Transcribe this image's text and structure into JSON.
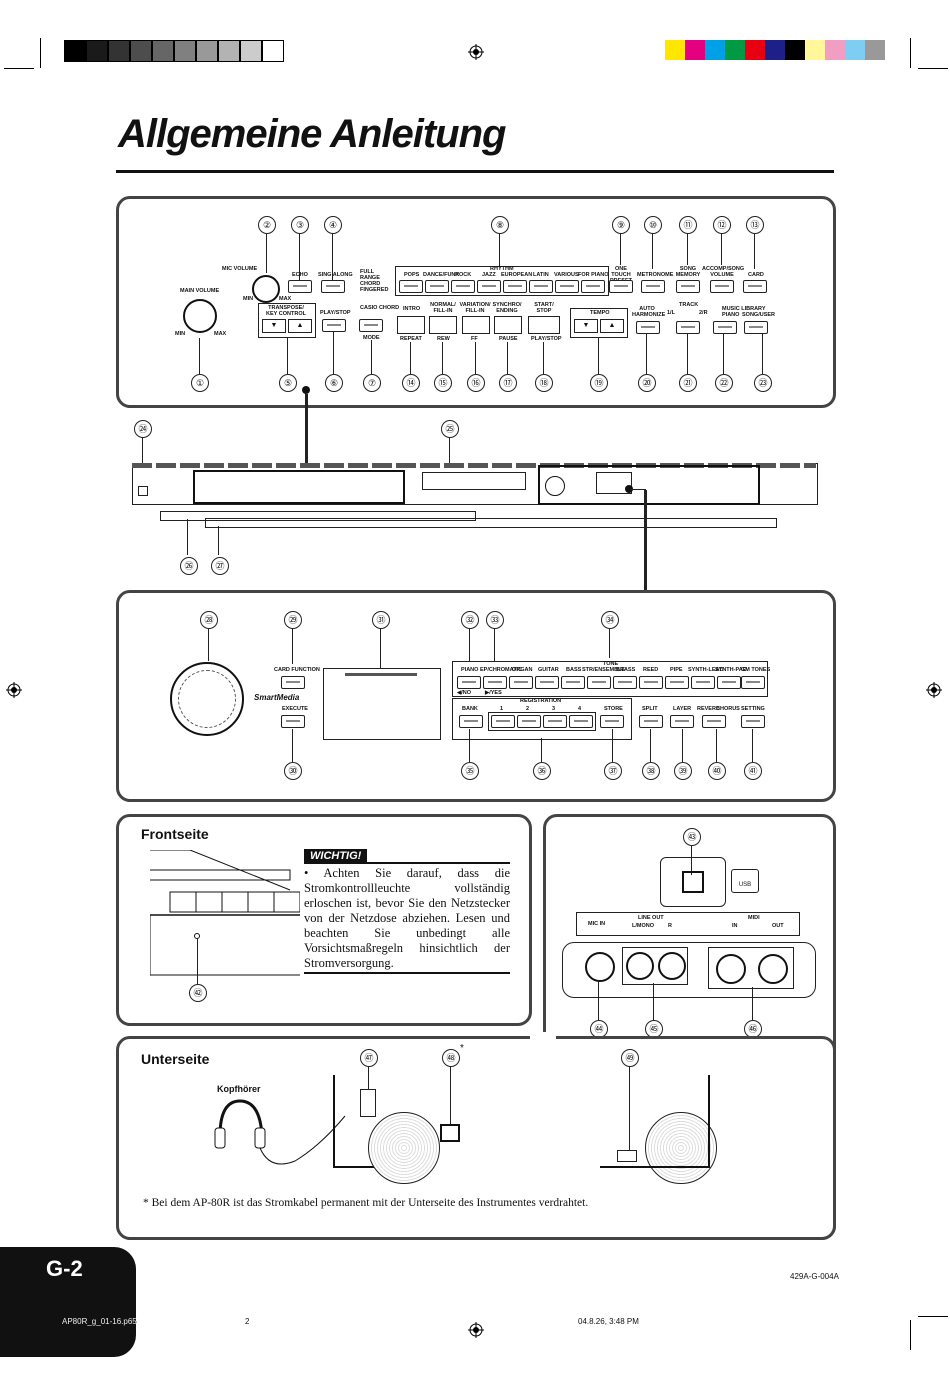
{
  "page": {
    "title": "Allgemeine Anleitung",
    "page_number": "G-2",
    "doc_code": "429A-G-004A",
    "footer_file": "AP80R_g_01-16.p65",
    "footer_page": "2",
    "footer_date": "04.8.26, 3:48 PM"
  },
  "colors": {
    "gray_bar": [
      "#000000",
      "#1a1a1a",
      "#333333",
      "#4d4d4d",
      "#666666",
      "#808080",
      "#999999",
      "#b3b3b3",
      "#cccccc",
      "#ffffff"
    ],
    "color_bar": [
      "#ffe600",
      "#e4007f",
      "#00a0e9",
      "#009944",
      "#e60012",
      "#1d2088",
      "#000000",
      "#fff799",
      "#f19ec2",
      "#7ecef4",
      "#999999"
    ]
  },
  "top_panel": {
    "numbers_top": [
      "②",
      "③",
      "④",
      "⑧",
      "⑨",
      "⑩",
      "⑪",
      "⑫",
      "⑬"
    ],
    "numbers_bottom": [
      "①",
      "⑤",
      "⑥",
      "⑦",
      "⑭",
      "⑮",
      "⑯",
      "⑰",
      "⑱",
      "⑲",
      "⑳",
      "㉑",
      "㉒",
      "㉓"
    ],
    "labels": {
      "mic_volume": "MIC VOLUME",
      "echo": "ECHO",
      "sing_along": "SING ALONG",
      "full_range": "FULL RANGE CHORD",
      "fingered": "FINGERED",
      "casio_chord": "CASIO CHORD",
      "rhythm": "RHYTHM",
      "pops": "POPS",
      "dance": "DANCE/FUNK",
      "rock": "ROCK",
      "jazz": "JAZZ",
      "european": "EUROPEAN",
      "latin": "LATIN",
      "various": "VARIOUS",
      "for_piano": "FOR PIANO",
      "one_touch": "ONE TOUCH PRESET",
      "metronome": "METRONOME",
      "song_memory": "SONG MEMORY",
      "accomp_volume": "ACCOMP/SONG VOLUME",
      "card": "CARD",
      "main_volume": "MAIN VOLUME",
      "min": "MIN",
      "max": "MAX",
      "transpose": "TRANSPOSE/ KEY CONTROL",
      "play_stop": "PLAY/STOP",
      "mode": "MODE",
      "intro": "INTRO",
      "normal_fill": "NORMAL/ FILL-IN",
      "variation_fill": "VARIATION/ FILL-IN",
      "synchro": "SYNCHRO/ ENDING",
      "start_stop": "START/ STOP",
      "tempo": "TEMPO",
      "auto_harmonize": "AUTO HARMONIZE",
      "track": "TRACK",
      "track1": "1/L",
      "track2": "2/R",
      "music_library": "MUSIC LIBRARY",
      "piano": "PIANO",
      "song_user": "SONG/USER",
      "repeat": "REPEAT",
      "rew": "REW",
      "ff": "FF",
      "pause": "PAUSE",
      "play_stop2": "PLAY/STOP"
    }
  },
  "middle": {
    "numbers": [
      "㉔",
      "㉕",
      "㉖",
      "㉗"
    ]
  },
  "lower_panel": {
    "numbers_top": [
      "㉘",
      "㉙",
      "㉛",
      "㉜",
      "㉝",
      "㉞"
    ],
    "numbers_bottom": [
      "㉚",
      "㉟",
      "㊱",
      "㊲",
      "㊳",
      "㊴",
      "㊵",
      "㊶"
    ],
    "labels": {
      "card_function": "CARD FUNCTION",
      "smartmedia": "SmartMedia",
      "execute": "EXECUTE",
      "tone": "TONE",
      "piano": "PIANO",
      "ep": "EP/CHROMATIC",
      "organ": "ORGAN",
      "guitar": "GUITAR",
      "bass": "BASS",
      "str": "STR/ENSEMBLE",
      "brass": "BRASS",
      "reed": "REED",
      "pipe": "PIPE",
      "synth_lead": "SYNTH-LEAD",
      "synth_pad": "SYNTH-PAD",
      "gm_tones": "GM TONES",
      "no": "◀/NO",
      "yes": "▶/YES",
      "registration": "REGISTRATION",
      "bank": "BANK",
      "r1": "1",
      "r2": "2",
      "r3": "3",
      "r4": "4",
      "store": "STORE",
      "split": "SPLIT",
      "layer": "LAYER",
      "reverb": "REVERB",
      "chorus": "CHORUS",
      "setting": "SETTING"
    }
  },
  "front": {
    "heading": "Frontseite",
    "warning_heading": "WICHTIG!",
    "warning_text": "• Achten Sie darauf, dass die Stromkontrollleuchte vollständig erloschen ist, bevor Sie den Netzstecker von der Netzdose abziehen. Lesen und beachten Sie unbedingt alle Vorsichtsmaßregeln hinsichtlich der Stromversorgung.",
    "number": "㊷"
  },
  "rear": {
    "numbers": [
      "㊸",
      "㊹",
      "㊺",
      "㊻"
    ],
    "usb": "USB",
    "mic_in": "MIC IN",
    "line_out": "LINE OUT",
    "r": "R",
    "l_mono": "L/MONO",
    "midi": "MIDI",
    "in": "IN",
    "out": "OUT"
  },
  "bottom": {
    "heading": "Unterseite",
    "headphones": "Kopfhörer",
    "numbers": [
      "㊼",
      "㊽",
      "㊾"
    ],
    "asterisk": "*",
    "note": "*   Bei dem AP-80R ist das Stromkabel permanent mit der Unterseite des Instrumentes verdrahtet."
  }
}
